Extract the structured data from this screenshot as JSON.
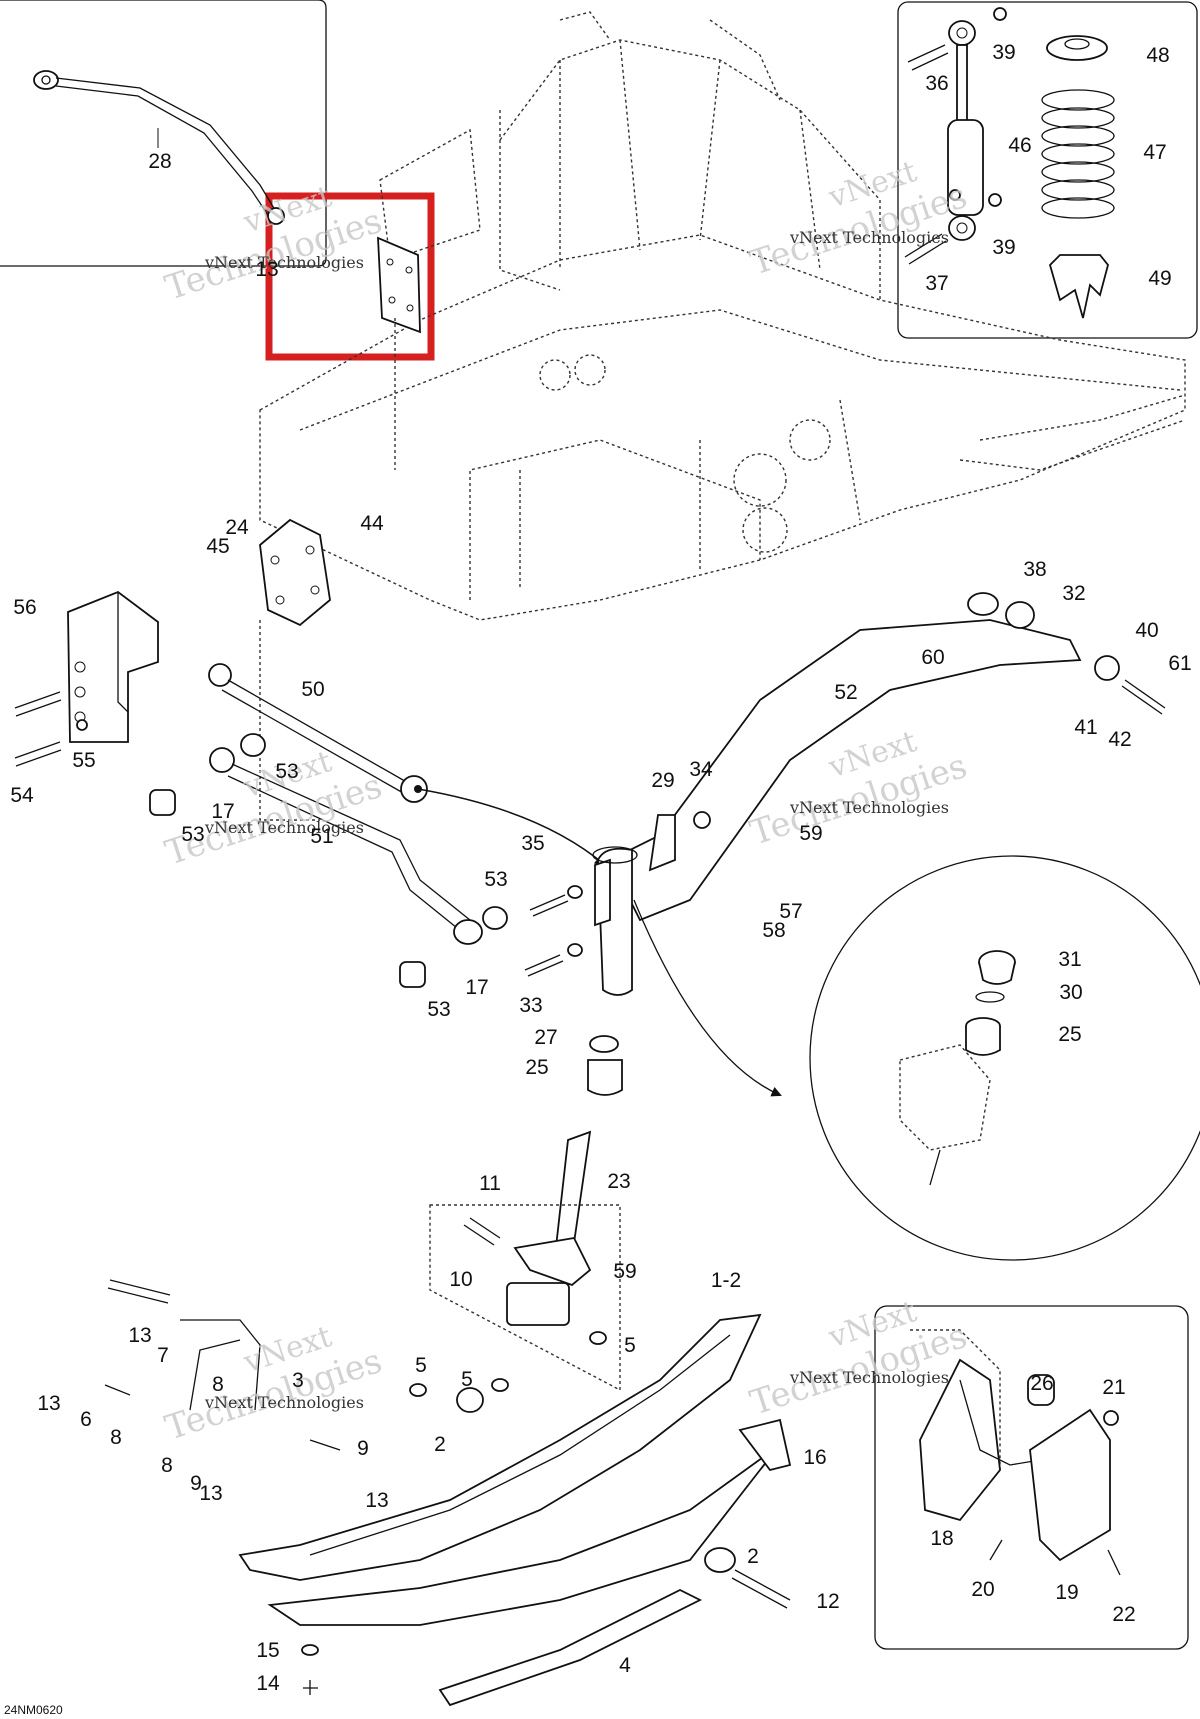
{
  "diagram": {
    "drawing_code": "24NM0620",
    "watermark": {
      "text_line1": "vNext",
      "text_line2": "Technologies",
      "caption": "vNext Technologies"
    },
    "highlight_color": "#d62020",
    "part_labels": [
      "28",
      "13",
      "36",
      "39",
      "48",
      "46",
      "47",
      "39",
      "37",
      "49",
      "24",
      "44",
      "45",
      "56",
      "38",
      "32",
      "40",
      "60",
      "61",
      "50",
      "52",
      "41",
      "42",
      "55",
      "54",
      "53",
      "17",
      "53",
      "29",
      "34",
      "51",
      "59",
      "53",
      "35",
      "57",
      "58",
      "17",
      "53",
      "33",
      "31",
      "30",
      "25",
      "27",
      "25",
      "23",
      "11",
      "10",
      "59",
      "1-2",
      "13",
      "7",
      "8",
      "3",
      "13",
      "6",
      "8",
      "5",
      "5",
      "5",
      "2",
      "8",
      "9",
      "9",
      "13",
      "13",
      "16",
      "26",
      "21",
      "18",
      "20",
      "19",
      "22",
      "2",
      "12",
      "15",
      "14",
      "4"
    ]
  }
}
